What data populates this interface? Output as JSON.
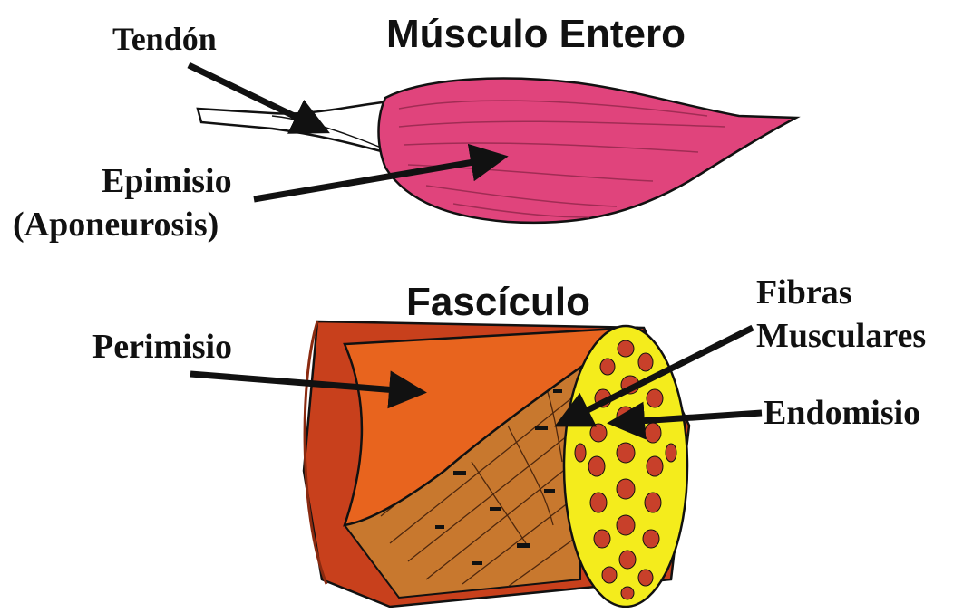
{
  "titles": {
    "whole_muscle": "Músculo Entero",
    "fascicle": "Fascículo"
  },
  "labels": {
    "tendon": "Tendón",
    "epimysium": "Epimisio",
    "aponeurosis": "(Aponeurosis)",
    "perimysium": "Perimisio",
    "fibers_line1": "Fibras",
    "fibers_line2": "Musculares",
    "endomysium": "Endomisio"
  },
  "colors": {
    "muscle_pink": "#e0447c",
    "muscle_pink_shade": "#b82c5c",
    "tendon_white": "#ffffff",
    "fascicle_dark_red": "#c8401c",
    "perimysium_orange": "#e8641e",
    "fibers_brown": "#c8782e",
    "endomysium_yellow": "#f4ec1c",
    "fiber_cell_red": "#c8402a",
    "arrow_black": "#111111"
  }
}
